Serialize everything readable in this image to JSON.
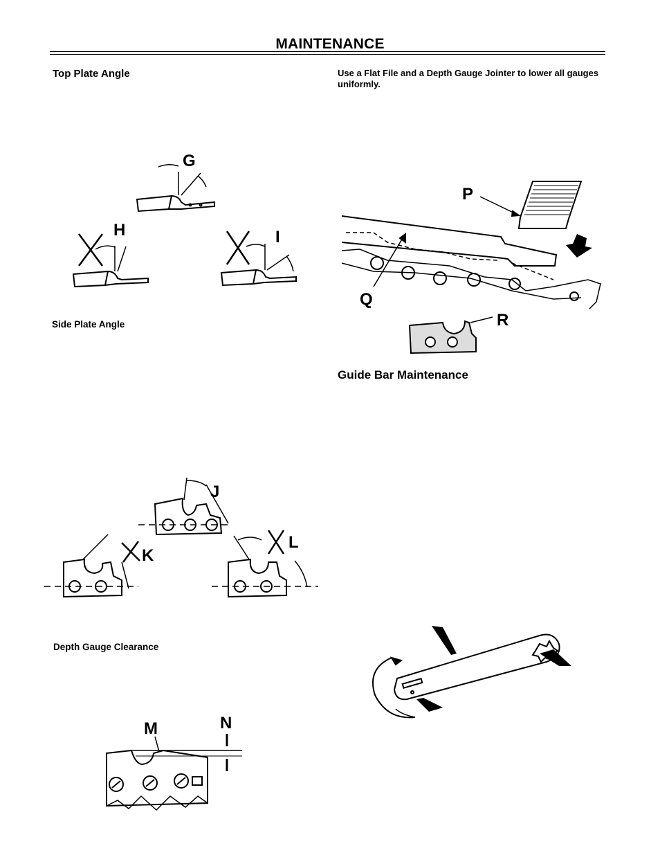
{
  "page": {
    "title": "MAINTENANCE"
  },
  "left_column": {
    "top_plate_heading": "Top Plate Angle",
    "side_plate_heading": "Side Plate Angle",
    "depth_gauge_heading": "Depth Gauge Clearance"
  },
  "right_column": {
    "jointer_instruction": "Use a Flat File and a Depth Gauge Jointer to lower all gauges uniformly.",
    "guide_bar_heading": "Guide Bar Maintenance"
  },
  "figure_labels": {
    "g": "G",
    "h": "H",
    "i": "I",
    "j": "J",
    "k": "K",
    "l": "L",
    "m": "M",
    "n": "N",
    "p": "P",
    "q": "Q",
    "r": "R"
  }
}
